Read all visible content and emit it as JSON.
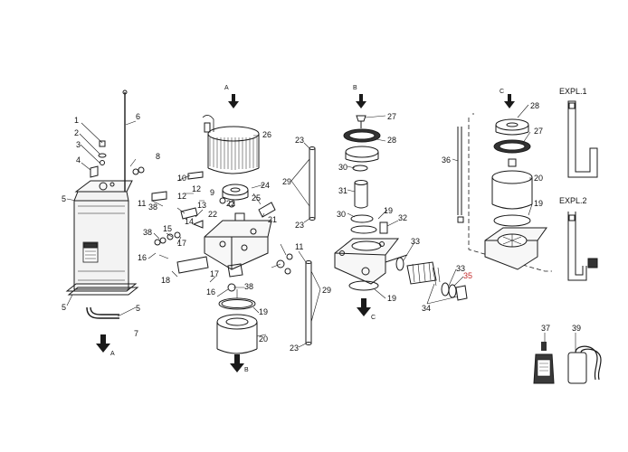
{
  "labels": {
    "n1": "1",
    "n2": "2",
    "n3": "3",
    "n4": "4",
    "n5a": "5",
    "n5b": "5",
    "n5c": "5",
    "n6": "6",
    "n7": "7",
    "n8": "8",
    "n9": "9",
    "n10": "10",
    "n11": "11",
    "n11b": "11",
    "n12a": "12",
    "n12b": "12",
    "n13": "13",
    "n14": "14",
    "n15": "15",
    "n16a": "16",
    "n16b": "16",
    "n17a": "17",
    "n17b": "17",
    "n18": "18",
    "n19a": "19",
    "n19b": "19",
    "n19c": "19",
    "n19d": "19",
    "n20a": "20",
    "n20b": "20",
    "n21": "21",
    "n22a": "22",
    "n22b": "22",
    "n23a": "23",
    "n23b": "23",
    "n23c": "23",
    "n24": "24",
    "n25": "25",
    "n26": "26",
    "n27a": "27",
    "n27b": "27",
    "n28a": "28",
    "n28b": "28",
    "n29a": "29",
    "n29b": "29",
    "n30a": "30",
    "n30b": "30",
    "n31": "31",
    "n32": "32",
    "n33a": "33",
    "n33b": "33",
    "n34": "34",
    "n35": "35",
    "n36": "36",
    "n37": "37",
    "n38a": "38",
    "n38b": "38",
    "n38c": "38",
    "n39": "39"
  },
  "view_letters": {
    "a_top": "A",
    "a_bottom": "A",
    "b_top": "B",
    "b_bottom": "B",
    "c_top": "C",
    "c_bottom": "C"
  },
  "expl": {
    "expl1": "EXPL.1",
    "expl2": "EXPL.2"
  },
  "colors": {
    "line": "#1a1a1a",
    "highlight": "#c42a2a"
  }
}
